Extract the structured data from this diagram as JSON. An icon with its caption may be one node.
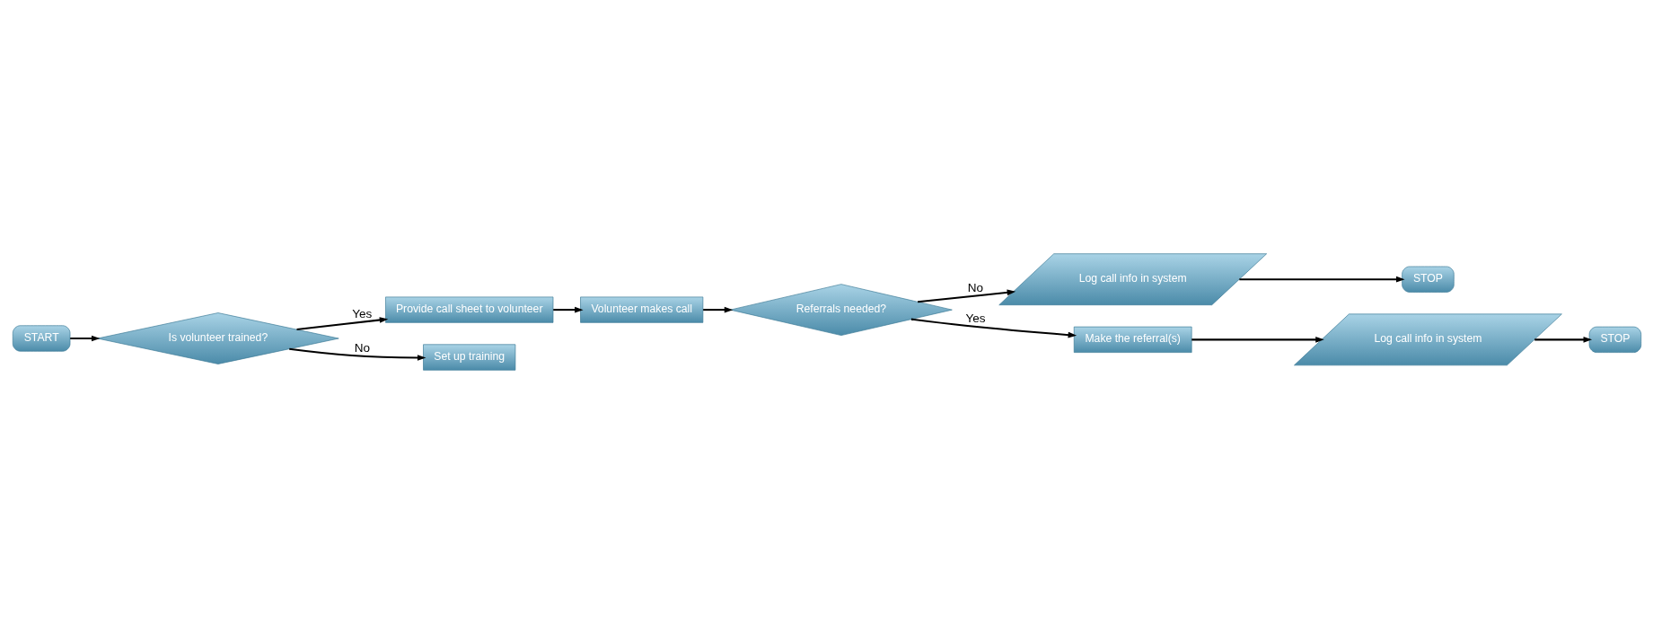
{
  "diagram": {
    "nodes": [
      {
        "text": [
          "START"
        ]
      },
      {
        "text": [
          "Is volunteer trained?"
        ]
      },
      {
        "text": [
          "Provide call sheet to volunteer"
        ]
      },
      {
        "text": [
          "Set up training"
        ]
      },
      {
        "text": [
          "Volunteer makes call"
        ]
      },
      {
        "text": [
          "Referrals needed?"
        ]
      },
      {
        "text": [
          "Log call info in system"
        ]
      },
      {
        "text": [
          "Make the referral(s)"
        ]
      },
      {
        "text": [
          "STOP"
        ]
      },
      {
        "text": [
          "Log call info in system"
        ]
      },
      {
        "text": [
          "STOP"
        ]
      }
    ],
    "edges": [
      {
        "from": 0,
        "to": 1,
        "arrow": "to"
      },
      {
        "from": 1,
        "to": 2,
        "arrow": "to",
        "label": "Yes"
      },
      {
        "from": 1,
        "to": 3,
        "arrow": "to",
        "label": "No"
      },
      {
        "from": 2,
        "to": 4,
        "arrow": "to"
      },
      {
        "from": 4,
        "to": 5,
        "arrow": "to"
      },
      {
        "from": 5,
        "to": 6,
        "arrow": "to",
        "label": "No"
      },
      {
        "from": 5,
        "to": 7,
        "arrow": "to",
        "label": "Yes"
      },
      {
        "from": 6,
        "to": 8,
        "arrow": "to"
      },
      {
        "from": 7,
        "to": 9,
        "arrow": "to"
      },
      {
        "from": 9,
        "to": 10,
        "arrow": "to"
      }
    ]
  }
}
